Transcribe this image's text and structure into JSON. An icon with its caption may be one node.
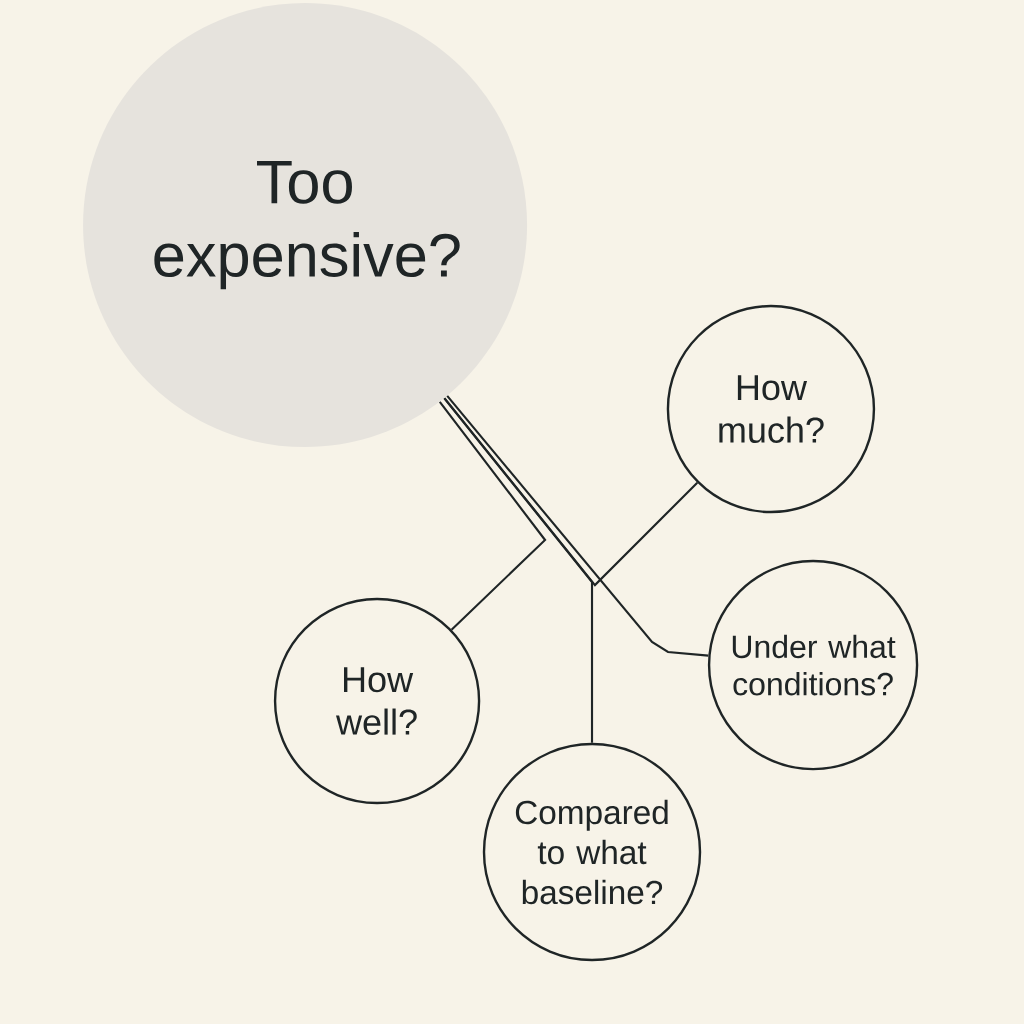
{
  "diagram": {
    "nodes": [
      {
        "text": [
          "Too expensive?"
        ]
      },
      {
        "text": [
          "How much?"
        ]
      },
      {
        "text": [
          "Under what conditions?"
        ]
      },
      {
        "text": [
          "How well?"
        ]
      },
      {
        "text": [
          "Compared to what baseline?"
        ]
      }
    ],
    "edges": [
      {
        "from": 0,
        "to": 1,
        "arrow": "none"
      },
      {
        "from": 0,
        "to": 2,
        "arrow": "none"
      },
      {
        "from": 0,
        "to": 3,
        "arrow": "none"
      },
      {
        "from": 0,
        "to": 4,
        "arrow": "none"
      }
    ]
  }
}
